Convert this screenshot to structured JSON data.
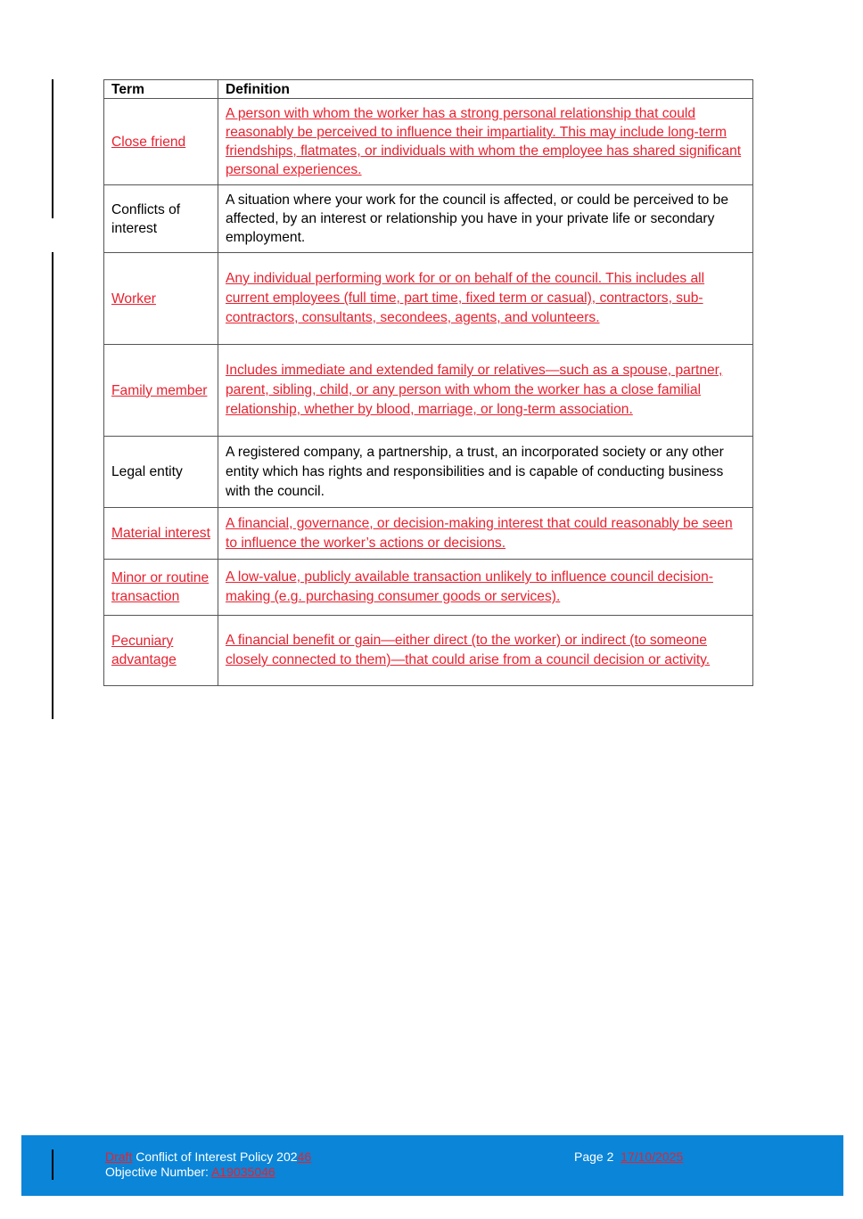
{
  "table": {
    "header": {
      "term": "Term",
      "definition": "Definition"
    },
    "rows": [
      {
        "term": "Close friend",
        "definition": "A person with whom the worker has a strong personal relationship that could reasonably be perceived to influence their impartiality. This may include long-term friendships, flatmates, or individuals with whom the employee has shared significant personal experiences.",
        "status": "inserted"
      },
      {
        "term": "Conflicts of interest",
        "definition": "A situation where your work for the council is affected, or could be perceived to be affected, by an interest or relationship you have in your private life or secondary employment.",
        "status": "original"
      },
      {
        "term": "Worker",
        "definition": "Any individual performing work for or on behalf of the council. This includes all current employees (full time, part time, fixed term or casual), contractors, sub-contractors, consultants, secondees, agents, and volunteers.",
        "status": "inserted"
      },
      {
        "term": "Family member",
        "definition": "Includes immediate and extended family or relatives—such as a spouse, partner, parent, sibling, child, or any person with whom the worker has a close familial relationship, whether by blood, marriage, or long-term association.",
        "status": "inserted"
      },
      {
        "term": "Legal entity",
        "definition": "A registered company, a partnership, a trust, an incorporated society or any other entity which has rights and responsibilities and is capable of conducting business with the council.",
        "status": "original"
      },
      {
        "term": "Material interest",
        "definition": "A financial, governance, or decision-making interest that could reasonably be seen to influence the worker’s actions or decisions.",
        "status": "inserted"
      },
      {
        "term": "Minor or routine transaction",
        "definition": "A low-value, publicly available transaction unlikely to influence council decision-making (e.g. purchasing consumer goods or services).",
        "status": "inserted"
      },
      {
        "term": "Pecuniary advantage",
        "definition": "A financial benefit or gain—either direct (to the worker) or indirect (to someone closely connected to them)—that could arise from a council decision or activity.",
        "status": "inserted"
      }
    ]
  },
  "footer": {
    "draft": "Draft",
    "title": "Conflict of Interest Policy 202",
    "year_suffix": "46",
    "objective_label": "Objective Number:",
    "objective_number": "A19035046",
    "page": "Page 2",
    "date": "17/10/2025"
  },
  "colors": {
    "insertion": "#e8212f",
    "footer_bg": "#0a85d8"
  }
}
